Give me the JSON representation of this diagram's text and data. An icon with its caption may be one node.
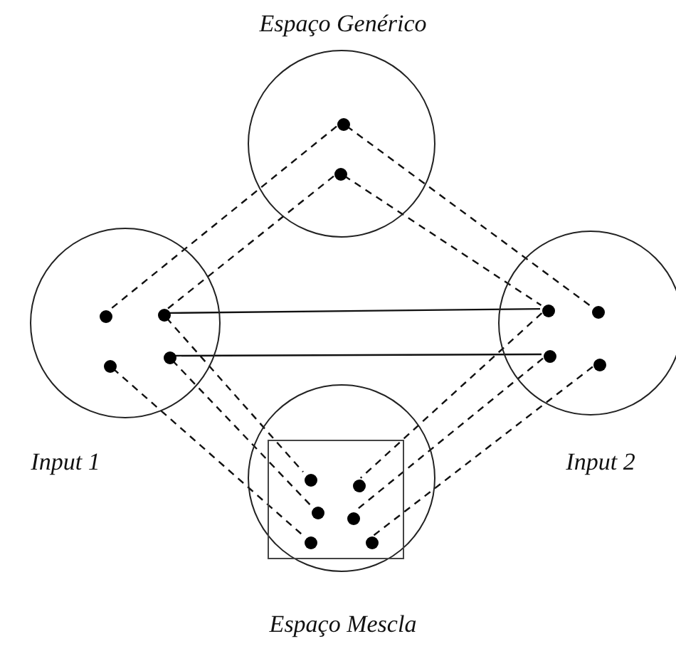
{
  "diagram": {
    "nodes": [
      {
        "text": [
          "Espaço Genérico"
        ]
      },
      {
        "text": [],
        "shape": "circle",
        "in": 0
      },
      {
        "text": [],
        "shape": "circle",
        "in": 0
      },
      {
        "text": [
          "Input 1"
        ]
      },
      {
        "text": [],
        "shape": "circle",
        "in": 3
      },
      {
        "text": [],
        "shape": "circle",
        "in": 3
      },
      {
        "text": [],
        "shape": "circle",
        "in": 3
      },
      {
        "text": [],
        "shape": "circle",
        "in": 3
      },
      {
        "text": [
          "Input 2"
        ]
      },
      {
        "text": [],
        "shape": "circle",
        "in": 8
      },
      {
        "text": [],
        "shape": "circle",
        "in": 8
      },
      {
        "text": [],
        "shape": "circle",
        "in": 8
      },
      {
        "text": [],
        "shape": "circle",
        "in": 8
      },
      {
        "text": [
          "Espaço Mescla"
        ]
      },
      {
        "text": [],
        "shape": "box",
        "in": 13
      },
      {
        "text": [],
        "shape": "circle",
        "in": 14
      },
      {
        "text": [],
        "shape": "circle",
        "in": 14
      },
      {
        "text": [],
        "shape": "circle",
        "in": 14
      },
      {
        "text": [],
        "shape": "circle",
        "in": 14
      },
      {
        "text": [],
        "shape": "circle",
        "in": 14
      },
      {
        "text": [],
        "shape": "circle",
        "in": 14
      }
    ],
    "edges": [
      {
        "from": 1,
        "to": 4,
        "arrow": "none",
        "style": "dashed"
      },
      {
        "from": 2,
        "to": 5,
        "arrow": "none",
        "style": "dashed"
      },
      {
        "from": 1,
        "to": 10,
        "arrow": "none",
        "style": "dashed"
      },
      {
        "from": 2,
        "to": 9,
        "arrow": "none",
        "style": "dashed"
      },
      {
        "from": 5,
        "to": 9,
        "arrow": "none"
      },
      {
        "from": 7,
        "to": 11,
        "arrow": "none"
      },
      {
        "from": 5,
        "to": 15,
        "arrow": "none",
        "style": "dashed"
      },
      {
        "from": 7,
        "to": 16,
        "arrow": "none",
        "style": "dashed"
      },
      {
        "from": 6,
        "to": 17,
        "arrow": "none",
        "style": "dashed"
      },
      {
        "from": 9,
        "to": 18,
        "arrow": "none",
        "style": "dashed"
      },
      {
        "from": 11,
        "to": 19,
        "arrow": "none",
        "style": "dashed"
      },
      {
        "from": 12,
        "to": 20,
        "arrow": "none",
        "style": "dashed"
      }
    ]
  }
}
